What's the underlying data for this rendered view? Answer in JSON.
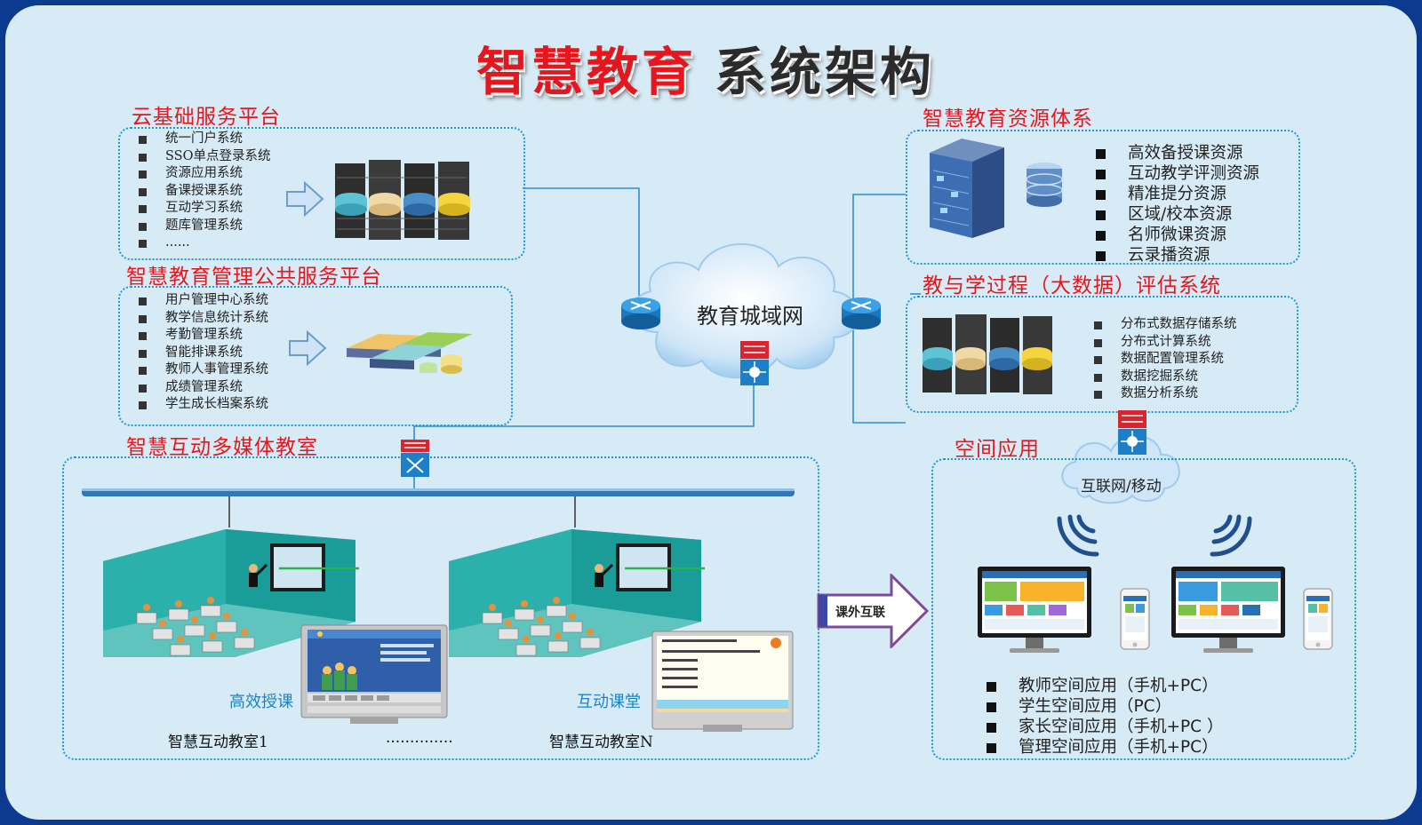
{
  "title": {
    "part1": "智慧教育",
    "part2": "系统架构"
  },
  "cloud_services": {
    "title": "云基础服务平台",
    "items": [
      "统一门户系统",
      "SSO单点登录系统",
      "资源应用系统",
      "备课授课系统",
      "互动学习系统",
      "题库管理系统",
      "......"
    ]
  },
  "management": {
    "title": "智慧教育管理公共服务平台",
    "items": [
      "用户管理中心系统",
      "教学信息统计系统",
      "考勤管理系统",
      "智能排课系统",
      "教师人事管理系统",
      "成绩管理系统",
      "学生成长档案系统"
    ]
  },
  "resources": {
    "title": "智慧教育资源体系",
    "items": [
      "高效备授课资源",
      "互动教学评测资源",
      "精准提分资源",
      "区域/校本资源",
      "名师微课资源",
      "云录播资源"
    ]
  },
  "evaluation": {
    "title": "教与学过程（大数据）评估系统",
    "items": [
      "分布式数据存储系统",
      "分布式计算系统",
      "数据配置管理系统",
      "数据挖掘系统",
      "数据分析系统"
    ]
  },
  "network": {
    "cloud_label": "教育城域网",
    "internet_label": "互联网/移动"
  },
  "classroom": {
    "title": "智慧互动多媒体教室",
    "room1_label": "高效授课",
    "room2_label": "互动课堂",
    "room1_caption": "智慧互动教室1",
    "room2_caption": "智慧互动教室N",
    "ellipsis": "..............",
    "arrow_label": "课外互联"
  },
  "space_apps": {
    "title": "空间应用",
    "items": [
      "教师空间应用（手机+PC）",
      "学生空间应用（PC）",
      "家长空间应用（手机+PC ）",
      "管理空间应用（手机+PC）"
    ]
  },
  "colors": {
    "accent_red": "#e5161d",
    "border_blue": "#1f97d4",
    "frame_bg": "#d7ebf6",
    "outer_bg": "#0b3a8f"
  },
  "icons": [
    "server-rack-icon",
    "right-arrow-icon",
    "database-icon",
    "router-icon",
    "switch-icon",
    "wifi-icon",
    "monitor-icon",
    "phone-icon",
    "teacher-icon"
  ]
}
